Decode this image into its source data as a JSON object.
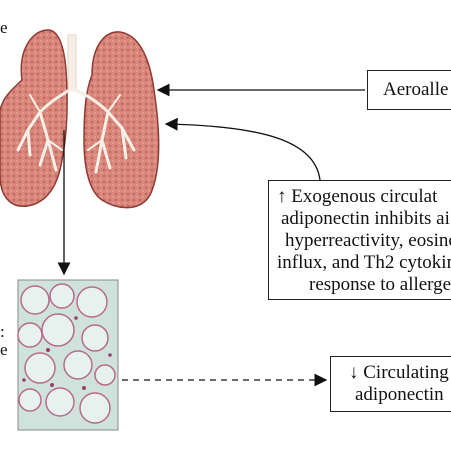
{
  "labels": {
    "aeroallergen": "Aeroalle",
    "exogenous_lines": [
      "↑ Exogenous circulat",
      "adiponectin inhibits ai",
      "hyperreactivity, eosino",
      "influx, and Th2 cytokin",
      "response to allerge"
    ],
    "circulating_lines": [
      "↓ Circulating",
      "adiponectin"
    ],
    "left_edge_top": "e",
    "left_edge_bottom": [
      ":",
      "e"
    ]
  },
  "colors": {
    "lung_fill": "#d9867b",
    "lung_dark": "#8f3a33",
    "airway": "#f5efe6",
    "tissue_bg": "#cfe3dc",
    "tissue_wall": "#b86a8c"
  }
}
